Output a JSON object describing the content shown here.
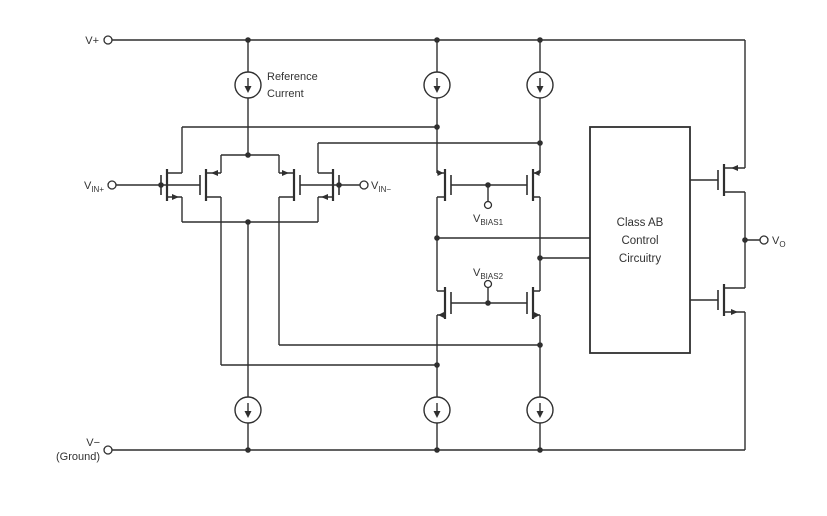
{
  "diagram": {
    "kind": "op-amp-internal-schematic",
    "labels": {
      "vplus": "V+",
      "vminus": "V−",
      "ground": "(Ground)",
      "reference_line1": "Reference",
      "reference_line2": "Current",
      "vin_plus_base": "V",
      "vin_plus_sub": "IN+",
      "vin_minus_base": "V",
      "vin_minus_sub": "IN−",
      "vbias1_base": "V",
      "vbias1_sub": "BIAS1",
      "vbias2_base": "V",
      "vbias2_sub": "BIAS2",
      "vout_base": "V",
      "vout_sub": "O",
      "classab_line1": "Class AB",
      "classab_line2": "Control",
      "classab_line3": "Circuitry"
    },
    "colors": {
      "line": "#2f2f2f",
      "text": "#333333",
      "background": "#ffffff"
    }
  }
}
